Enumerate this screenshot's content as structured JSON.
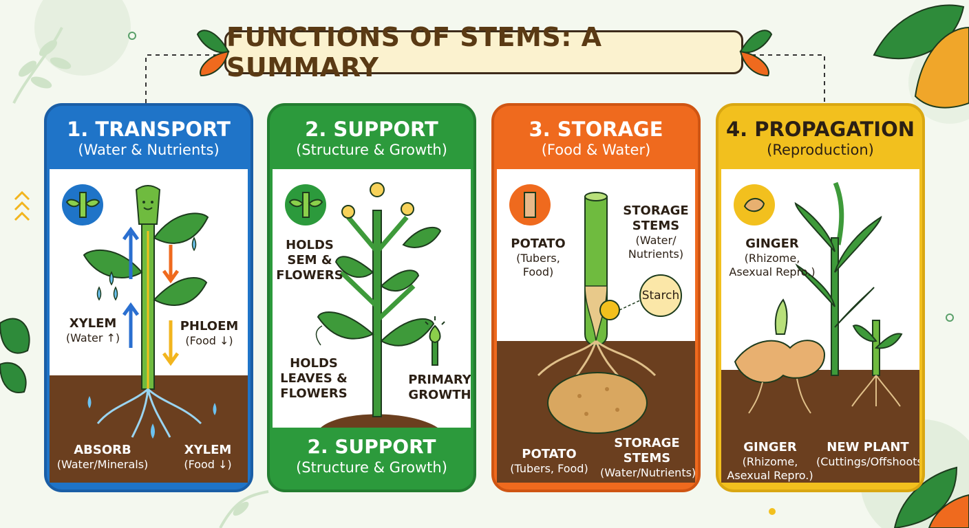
{
  "title": "FUNCTIONS OF STEMS: A SUMMARY",
  "colors": {
    "transport": "#1f74c8",
    "support": "#2c9a3c",
    "storage": "#ef6a1e",
    "propagation": "#f2c01e",
    "soil": "#6b3f1f",
    "title_bg": "#fbf2cf"
  },
  "cards": [
    {
      "title": "1. TRANSPORT",
      "subtitle": "(Water & Nutrients)",
      "icon": "stem-leaf-icon",
      "labels": {
        "xylem": {
          "main": "XYLEM",
          "sub": "(Water ↑)"
        },
        "phloem": {
          "main": "PHLOEM",
          "sub": "(Food ↓)"
        },
        "absorb": {
          "main": "ABSORB",
          "sub": "(Water/Minerals)"
        },
        "xylem2": {
          "main": "XYLEM",
          "sub": "(Food ↓)"
        }
      }
    },
    {
      "title": "2. SUPPORT",
      "subtitle": "(Structure & Growth)",
      "icon": "stem-leaf-icon",
      "labels": {
        "holds_sem": "HOLDS SEM & FLOWERS",
        "holds_leaves": "HOLDS LEAVES & FLOWERS",
        "primary": "PRIMARY GROWTH"
      },
      "footer_title": "2. SUPPORT",
      "footer_subtitle": "(Structure & Growth)"
    },
    {
      "title": "3. STORAGE",
      "subtitle": "(Food & Water)",
      "icon": "tuber-icon",
      "labels": {
        "potato_top": {
          "main": "POTATO",
          "sub": "(Tubers, Food)"
        },
        "storage_top": {
          "main": "STORAGE STEMS",
          "sub": "(Water/ Nutrients)"
        },
        "starch": "Starch",
        "potato_bottom": {
          "main": "POTATO",
          "sub": "(Tubers, Food)"
        },
        "storage_bottom": {
          "main": "STORAGE STEMS",
          "sub": "(Water/Nutrients)"
        }
      }
    },
    {
      "title": "4. PROPAGATION",
      "subtitle": "(Reproduction)",
      "icon": "ginger-icon",
      "labels": {
        "ginger_top": {
          "main": "GINGER",
          "sub": "(Rhizome, Asexual Repro.)"
        },
        "ginger_bottom": {
          "main": "GINGER",
          "sub": "(Rhizome, Asexual Repro.)"
        },
        "new_plant": {
          "main": "NEW PLANT",
          "sub": "(Cuttings/Offshoots)"
        }
      }
    }
  ]
}
